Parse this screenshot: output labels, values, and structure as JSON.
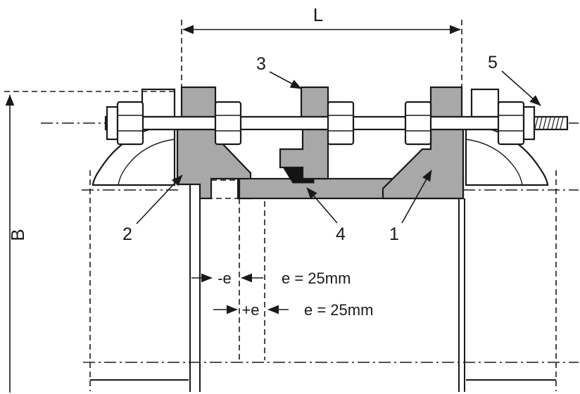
{
  "annotations": {
    "length_label": "L",
    "height_label": "B",
    "minus_e_label": "-e",
    "minus_e_value": "e = 25mm",
    "plus_e_label": "+e",
    "plus_e_value": "e = 25mm"
  },
  "callouts": {
    "n1": "1",
    "n2": "2",
    "n3": "3",
    "n4": "4",
    "n5": "5"
  },
  "colors": {
    "part_gray": "#a8a8a8",
    "seal_black": "#141414",
    "line_black": "#1a1a1a",
    "background": "#ffffff"
  }
}
